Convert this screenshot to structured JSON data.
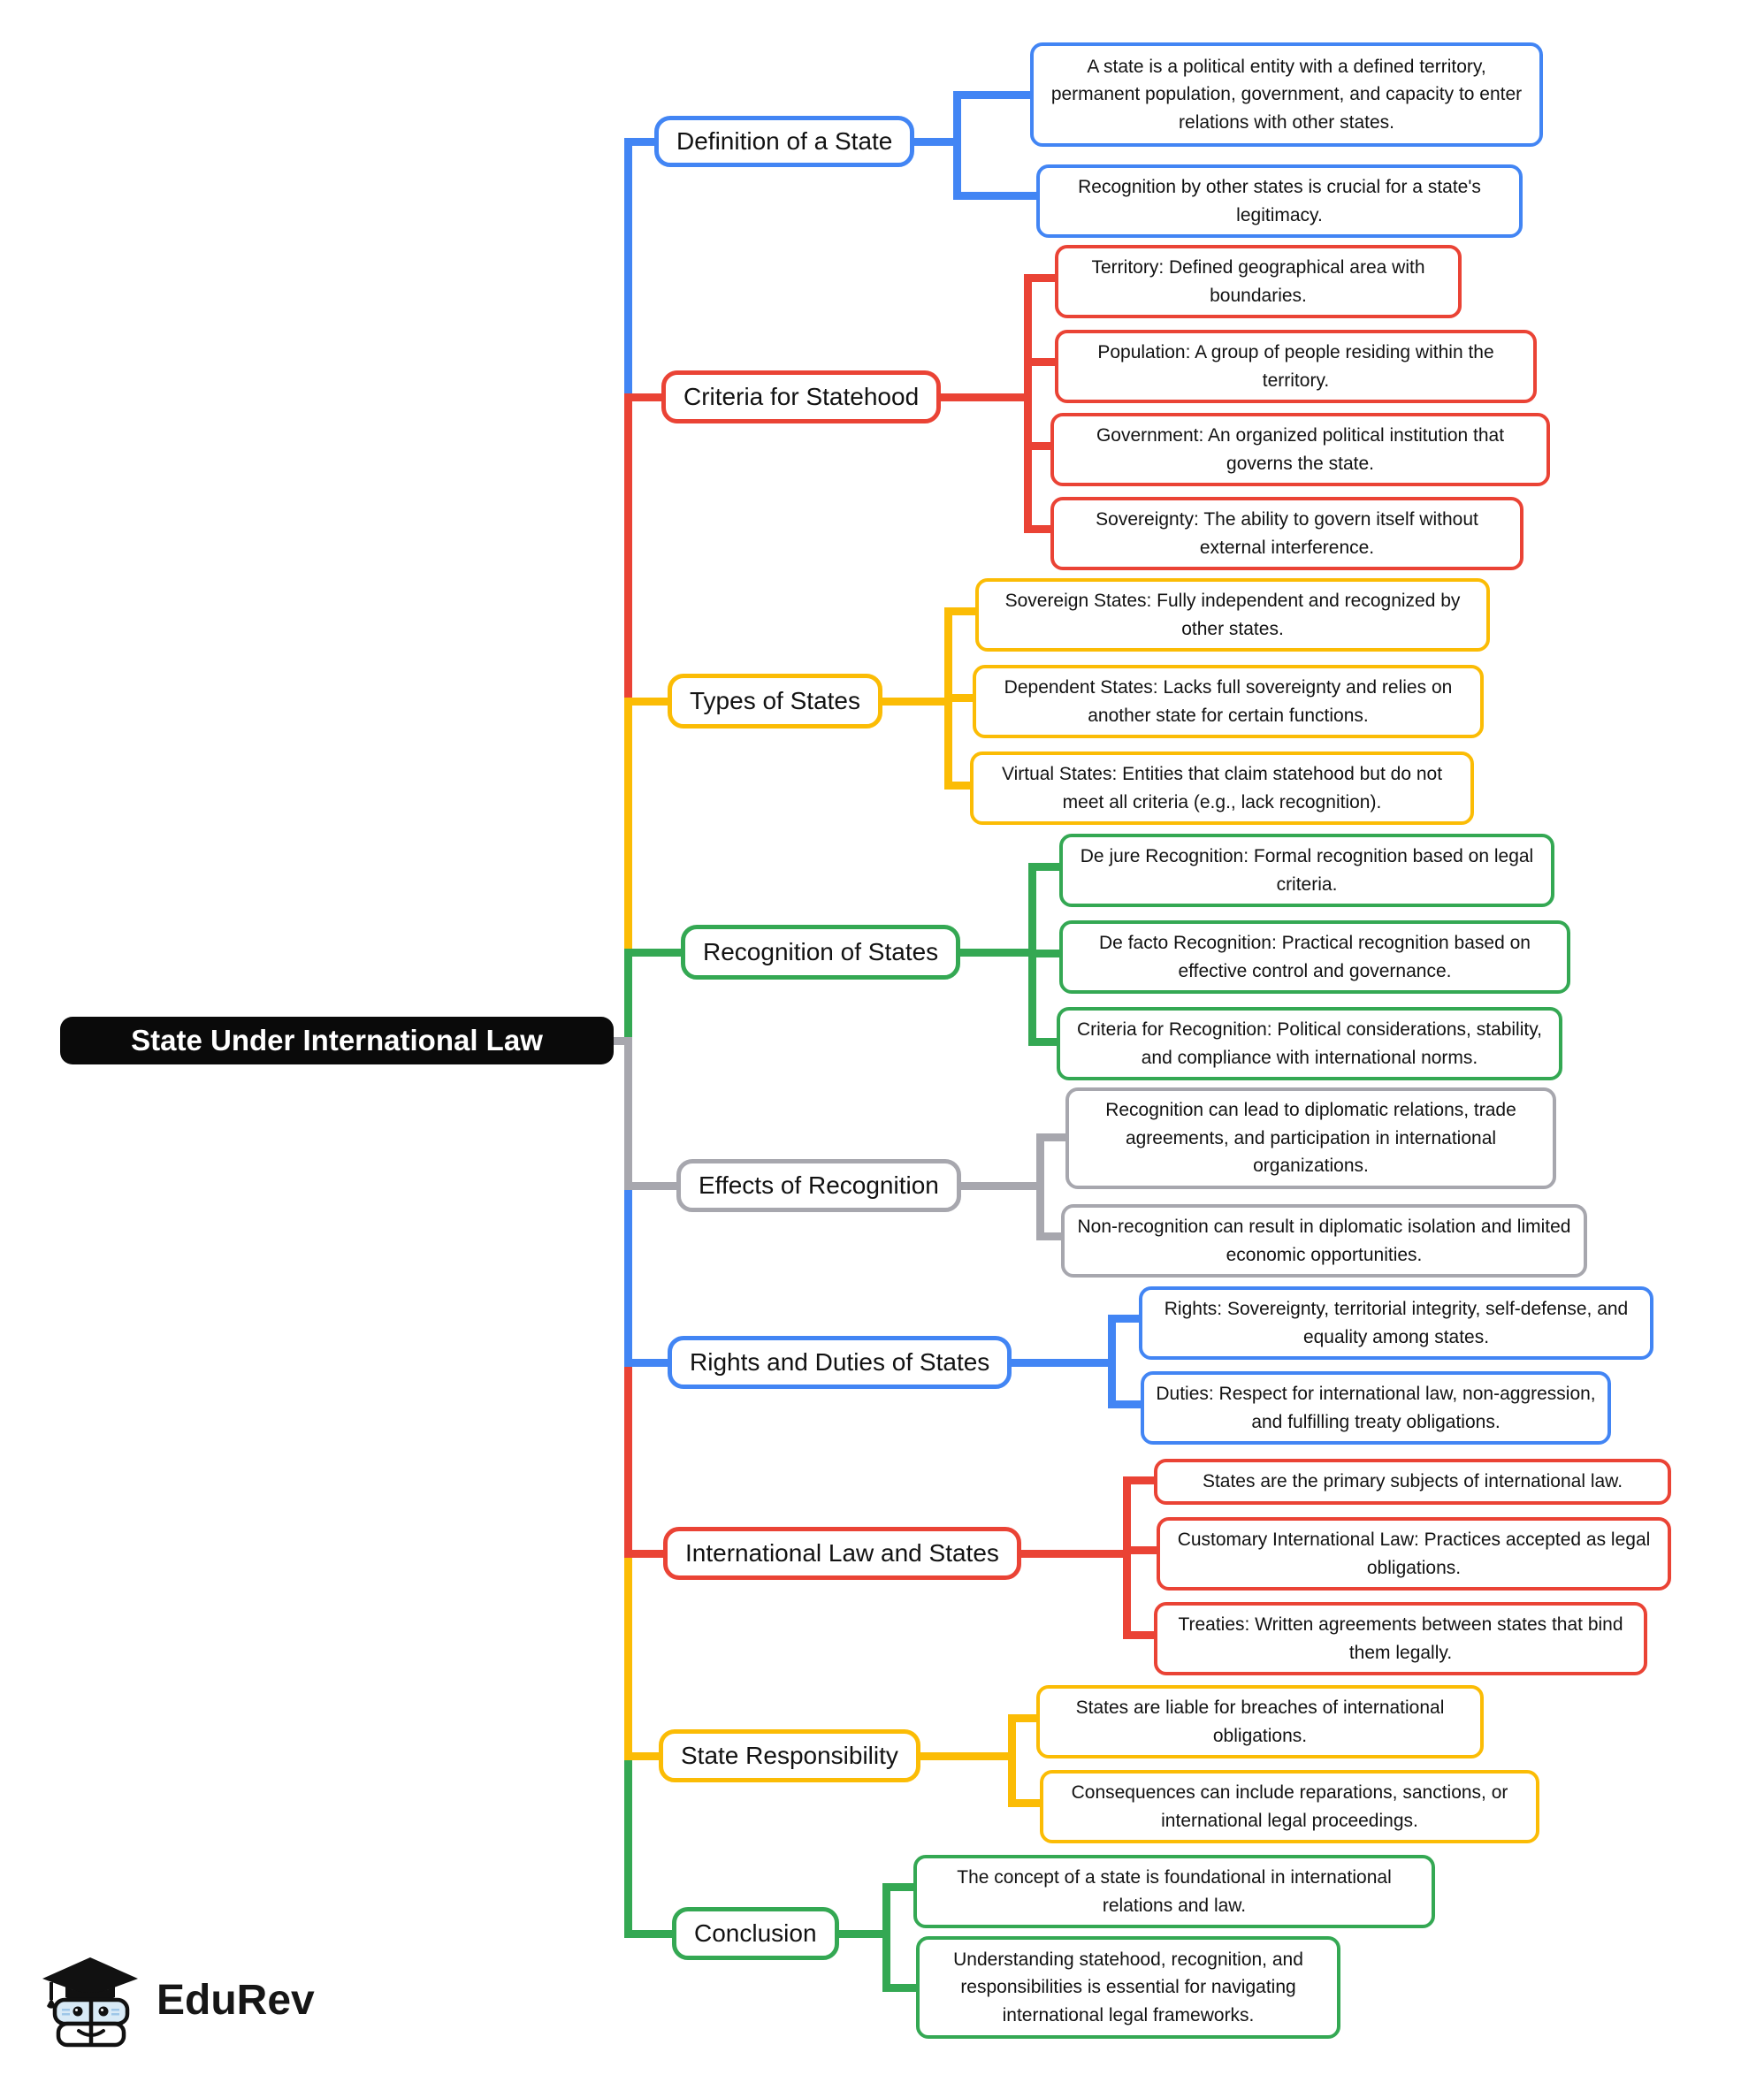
{
  "root": {
    "label": "State Under International Law"
  },
  "palette": {
    "blue": "#4285F4",
    "red": "#EA4335",
    "yellow": "#FBBC05",
    "green": "#34A853",
    "gray": "#A7A7AE",
    "root_bg": "#0A0A0A"
  },
  "branches": [
    {
      "label": "Definition of a State",
      "color": "blue",
      "children": [
        "A state is a political entity with a defined territory, permanent population, government, and capacity to enter relations with other states.",
        "Recognition by other states is crucial for a state's legitimacy."
      ]
    },
    {
      "label": "Criteria for Statehood",
      "color": "red",
      "children": [
        "Territory: Defined geographical area with boundaries.",
        "Population: A group of people residing within the territory.",
        "Government: An organized political institution that governs the state.",
        "Sovereignty: The ability to govern itself without external interference."
      ]
    },
    {
      "label": "Types of States",
      "color": "yellow",
      "children": [
        "Sovereign States: Fully independent and recognized by other states.",
        "Dependent States: Lacks full sovereignty and relies on another state for certain functions.",
        "Virtual States: Entities that claim statehood but do not meet all criteria (e.g., lack recognition)."
      ]
    },
    {
      "label": "Recognition of States",
      "color": "green",
      "children": [
        "De jure Recognition: Formal recognition based on legal criteria.",
        "De facto Recognition: Practical recognition based on effective control and governance.",
        "Criteria for Recognition: Political considerations, stability, and compliance with international norms."
      ]
    },
    {
      "label": "Effects of Recognition",
      "color": "gray",
      "children": [
        "Recognition can lead to diplomatic relations, trade agreements, and participation in international organizations.",
        "Non-recognition can result in diplomatic isolation and limited economic opportunities."
      ]
    },
    {
      "label": "Rights and Duties of States",
      "color": "blue",
      "children": [
        "Rights: Sovereignty, territorial integrity, self-defense, and equality among states.",
        "Duties: Respect for international law, non-aggression, and fulfilling treaty obligations."
      ]
    },
    {
      "label": "International Law and States",
      "color": "red",
      "children": [
        "States are the primary subjects of international law.",
        "Customary International Law: Practices accepted as legal obligations.",
        "Treaties: Written agreements between states that bind them legally."
      ]
    },
    {
      "label": "State Responsibility",
      "color": "yellow",
      "children": [
        "States are liable for breaches of international obligations.",
        "Consequences can include reparations, sanctions, or international legal proceedings."
      ]
    },
    {
      "label": "Conclusion",
      "color": "green",
      "children": [
        "The concept of a state is foundational in international relations and law.",
        "Understanding statehood, recognition, and responsibilities is essential for navigating international legal frameworks."
      ]
    }
  ],
  "logo": {
    "brand": "EduRev",
    "mascot": "graduation-cap-books-mascot"
  }
}
